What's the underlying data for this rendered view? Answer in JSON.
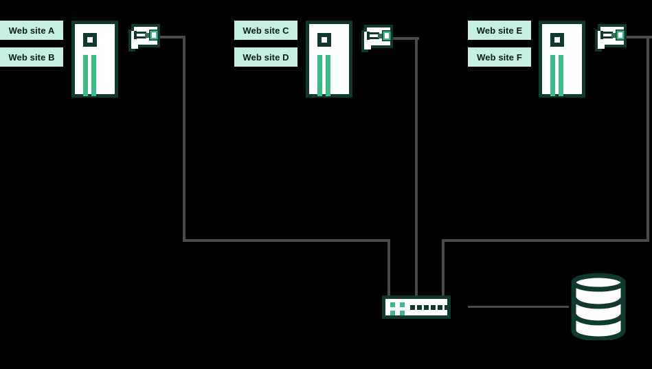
{
  "diagram": {
    "title": "Web site hosting network topology",
    "background_color": "#000000",
    "accent_green": "#3cba87",
    "dark_green": "#11382e",
    "badge_bg": "#c5efdf",
    "badge_text_color": "#0d1b18",
    "line_color": "#4a4a4a",
    "groups": [
      {
        "id": "group-1",
        "labels": [
          "Web site A",
          "Web site B"
        ],
        "server_name": "server-1",
        "nic_name": "network-card-1"
      },
      {
        "id": "group-2",
        "labels": [
          "Web site C",
          "Web site D"
        ],
        "server_name": "server-2",
        "nic_name": "network-card-2"
      },
      {
        "id": "group-3",
        "labels": [
          "Web site E",
          "Web site F"
        ],
        "server_name": "server-3",
        "nic_name": "network-card-3"
      }
    ],
    "switch": {
      "name": "network-switch",
      "led_count": 4,
      "port_count": 6
    },
    "database": {
      "name": "database-cylinder",
      "disc_count": 3
    },
    "connections": [
      {
        "from": "network-card-1",
        "to": "network-switch"
      },
      {
        "from": "network-card-2",
        "to": "network-switch"
      },
      {
        "from": "network-card-3",
        "to": "network-switch"
      },
      {
        "from": "network-switch",
        "to": "database-cylinder"
      }
    ]
  }
}
